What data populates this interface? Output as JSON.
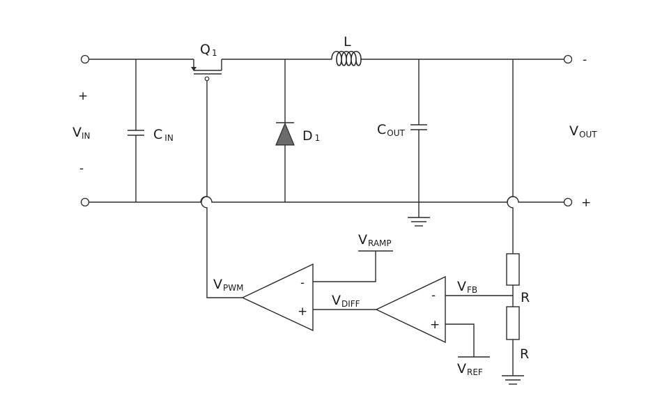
{
  "labels": {
    "vin_main": "V",
    "vin_sub": "IN",
    "vin_plus": "+",
    "vin_minus": "-",
    "cin_main": "C",
    "cin_sub": "IN",
    "q1_main": "Q",
    "q1_sub": "1",
    "l": "L",
    "d1_main": "D",
    "d1_sub": "1",
    "cout_main": "C",
    "cout_sub": "OUT",
    "vout_main": "V",
    "vout_sub": "OUT",
    "vout_top_sign": "-",
    "vout_bottom_sign": "+",
    "vramp_main": "V",
    "vramp_sub": "RAMP",
    "vpwm_main": "V",
    "vpwm_sub": "PWM",
    "vdiff_main": "V",
    "vdiff_sub": "DIFF",
    "vfb_main": "V",
    "vfb_sub": "FB",
    "vref_main": "V",
    "vref_sub": "REF",
    "r1": "R",
    "r2": "R",
    "pwm_minus": "-",
    "pwm_plus": "+",
    "ea_minus": "-",
    "ea_plus": "+"
  }
}
